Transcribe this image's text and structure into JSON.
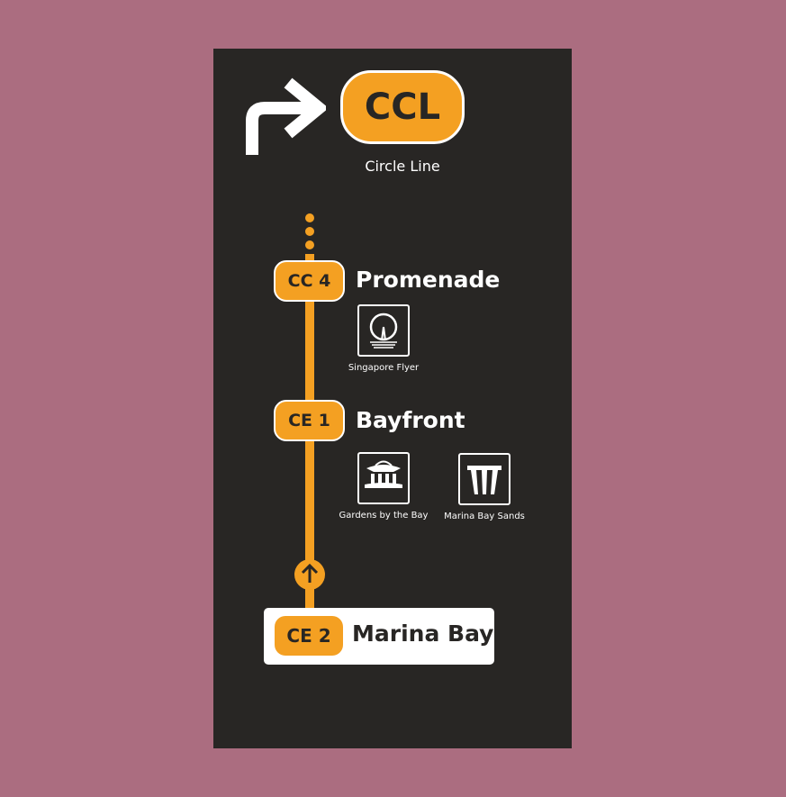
{
  "colors": {
    "background": "#ab6d80",
    "sign": "#282624",
    "accent": "#f4a022",
    "text_light": "#ffffff",
    "text_dark": "#282624"
  },
  "header": {
    "direction_icon": "turn-right-arrow-icon",
    "line_code": "CCL",
    "line_name": "Circle Line"
  },
  "stations": [
    {
      "code": "CC 4",
      "name": "Promenade",
      "landmarks": [
        {
          "icon": "singapore-flyer-icon",
          "label": "Singapore Flyer"
        }
      ]
    },
    {
      "code": "CE 1",
      "name": "Bayfront",
      "landmarks": [
        {
          "icon": "gardens-by-the-bay-icon",
          "label": "Gardens by the Bay"
        },
        {
          "icon": "marina-bay-sands-icon",
          "label": "Marina Bay Sands"
        }
      ]
    }
  ],
  "current_station": {
    "code": "CE 2",
    "name": "Marina Bay",
    "direction_icon": "up-arrow-icon"
  }
}
